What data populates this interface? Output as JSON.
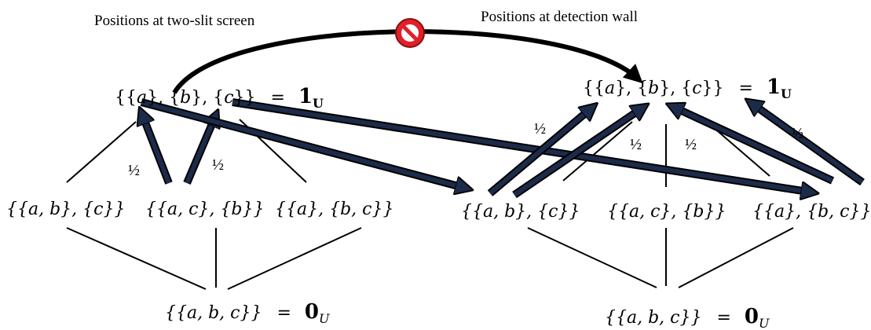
{
  "captions": {
    "left": "Positions at two-slit screen",
    "right": "Positions at detection wall"
  },
  "left": {
    "top": {
      "pre": "{{",
      "a": "a",
      "s1": "}, {",
      "b": "b",
      "s2": "}, {",
      "c": "c",
      "post": "}}",
      "eq": "=",
      "one": "1",
      "sub": "U"
    },
    "mid1": "{{a, b}, {c}}",
    "mid2": "{{a, c}, {b}}",
    "mid3": "{{a}, {b, c}}",
    "bottom": {
      "text": "{{a, b, c}}",
      "eq": "=",
      "zero": "0",
      "sub": "U"
    }
  },
  "right": {
    "top": {
      "pre": "{{",
      "a": "a",
      "s1": "}, {",
      "b": "b",
      "s2": "}, {",
      "c": "c",
      "post": "}}",
      "eq": "=",
      "one": "1",
      "sub": "U"
    },
    "mid1": "{{a, b}, {c}}",
    "mid2": "{{a, c}, {b}}",
    "mid3": "{{a}, {b, c}}",
    "bottom": {
      "text": "{{a, b, c}}",
      "eq": "=",
      "zero": "0",
      "sub": "U"
    }
  },
  "probability_labels": {
    "left_1": "½",
    "left_2": "½",
    "right_1": "½",
    "right_2": "½",
    "right_3": "½",
    "right_4": "½"
  },
  "icons": {
    "prohibited": "no-entry-sign-icon"
  },
  "colors": {
    "arrow_fill": "#1c2b4a",
    "prohibited_red": "#e0202a"
  }
}
